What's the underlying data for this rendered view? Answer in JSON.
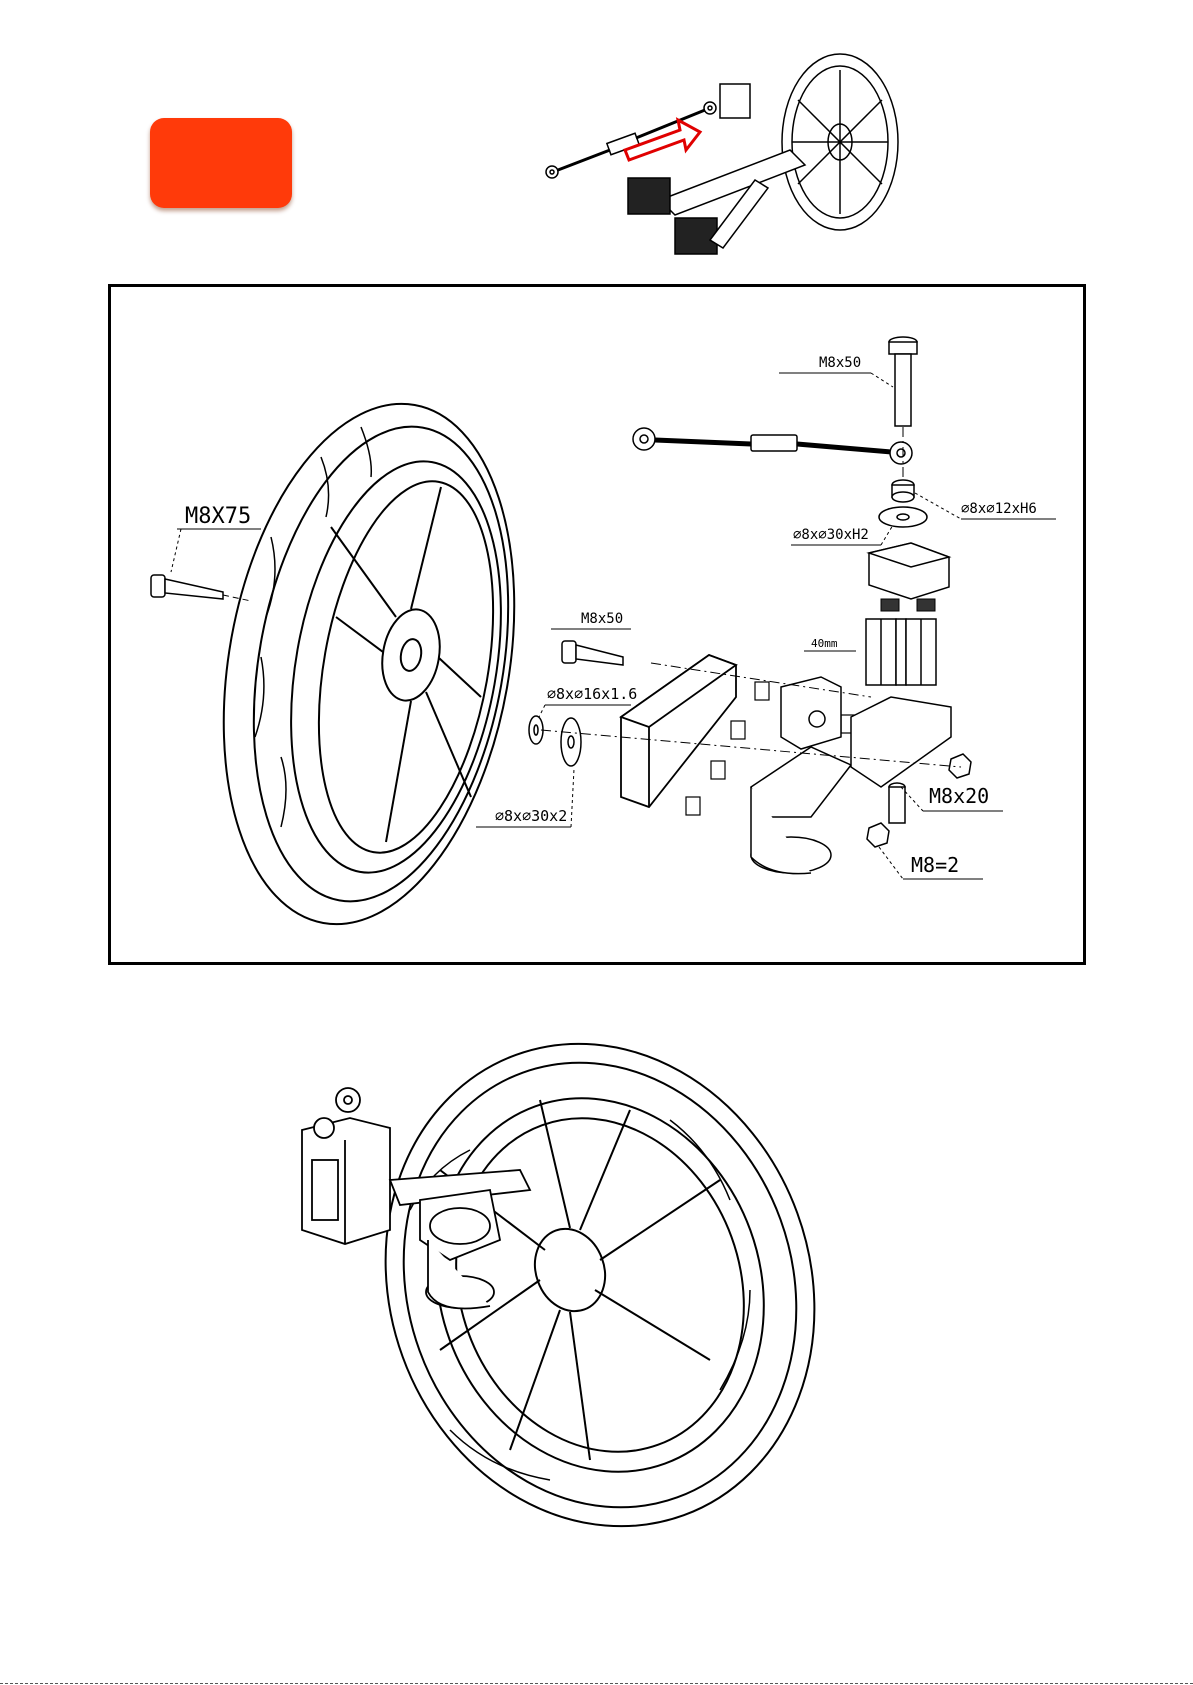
{
  "colors": {
    "step_badge": "#ff3a0a",
    "arrow": "#e00000",
    "line": "#000000"
  },
  "labels": {
    "bolt_m8x75": "M8X75",
    "bolt_m8x50_top": "M8x50",
    "washer_8x12": "⌀8x⌀12xH6",
    "washer_8x30_h2": "⌀8x⌀30xH2",
    "bolt_m8x50_mid": "M8x50",
    "profile_40mm": "40mm",
    "washer_8x16": "⌀8x⌀16x1.6",
    "washer_8x30x2": "⌀8x⌀30x2",
    "bolt_m8x20": "M8x20",
    "nut_m8": "M8=2"
  }
}
